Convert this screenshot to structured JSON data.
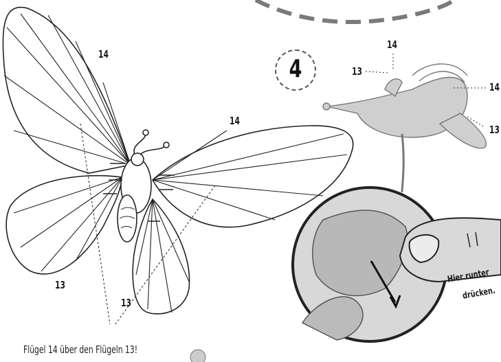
{
  "step": {
    "number": "4"
  },
  "butterfly": {
    "labels": {
      "upper_left_wing": "14",
      "upper_right_wing": "14",
      "lower_left_wing": "13",
      "lower_right_wing": "13"
    }
  },
  "assembled_view": {
    "labels": {
      "top": "14",
      "left": "13",
      "right_upper": "14",
      "right_lower": "13"
    }
  },
  "detail": {
    "hint_line1": "Hier runter",
    "hint_line2": "drücken."
  },
  "caption": "Flügel 14 über den Flügeln 13!"
}
